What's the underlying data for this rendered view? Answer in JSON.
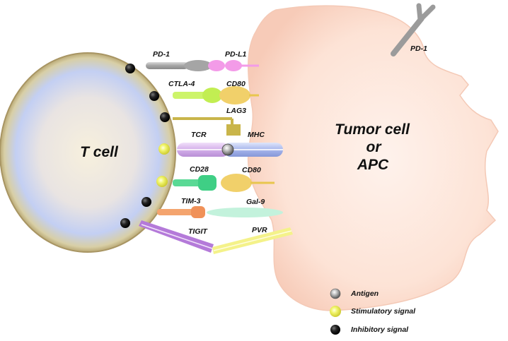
{
  "diagram": {
    "cells": {
      "t_cell": "T cell",
      "tumor_line1": "Tumor cell",
      "tumor_line2": "or",
      "tumor_line3": "APC"
    },
    "receptors": {
      "pd1": "PD-1",
      "pdl1": "PD-L1",
      "ctla4": "CTLA-4",
      "cd80_top": "CD80",
      "lag3": "LAG3",
      "tcr": "TCR",
      "mhc": "MHC",
      "cd28": "CD28",
      "cd80_bottom": "CD80",
      "tim3": "TIM-3",
      "gal9": "Gal-9",
      "tigit": "TIGIT",
      "pvr": "PVR",
      "pd1_tumor": "PD-1"
    },
    "legend": {
      "antigen": "Antigen",
      "stimulatory": "Stimulatory signal",
      "inhibitory": "Inhibitory signal"
    },
    "colors": {
      "tumor_fill": "#fde4d8",
      "tcell_core": "#c7d2f5",
      "tcell_rim": "#cbb98a",
      "pd1": "#a9a9a9",
      "pdl1": "#f39be8",
      "ctla4": "#c9f25a",
      "cd80": "#f1d06a",
      "lag3": "#c9b54a",
      "tcr": "#d8b5ee",
      "mhc": "#a9b8ee",
      "cd28": "#4fd68f",
      "tim3": "#f2a06a",
      "gal9": "#bff0da",
      "tigit": "#b47ad9",
      "pvr": "#f4f28a",
      "inhibitory": "#1b1b1b",
      "stimulatory": "#eef25a",
      "antigen": "#9a9a9a"
    }
  }
}
